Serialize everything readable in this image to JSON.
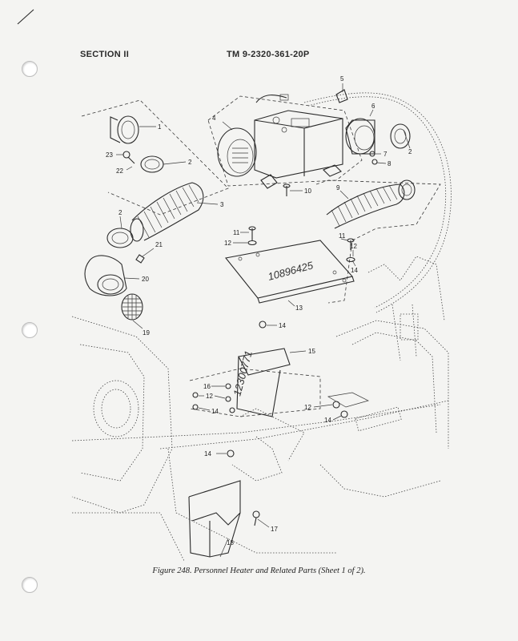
{
  "header": {
    "section": "SECTION II",
    "tm_number": "TM 9-2320-361-20P"
  },
  "figure": {
    "caption": "Figure 248. Personnel Heater and Related Parts (Sheet 1 of 2).",
    "handwritten": [
      "10896425",
      "12300771"
    ],
    "callouts": [
      "1",
      "2",
      "3",
      "4",
      "5",
      "6",
      "7",
      "8",
      "9",
      "10",
      "11",
      "12",
      "13",
      "14",
      "15",
      "16",
      "17",
      "18",
      "19",
      "20",
      "21",
      "22",
      "23"
    ]
  }
}
